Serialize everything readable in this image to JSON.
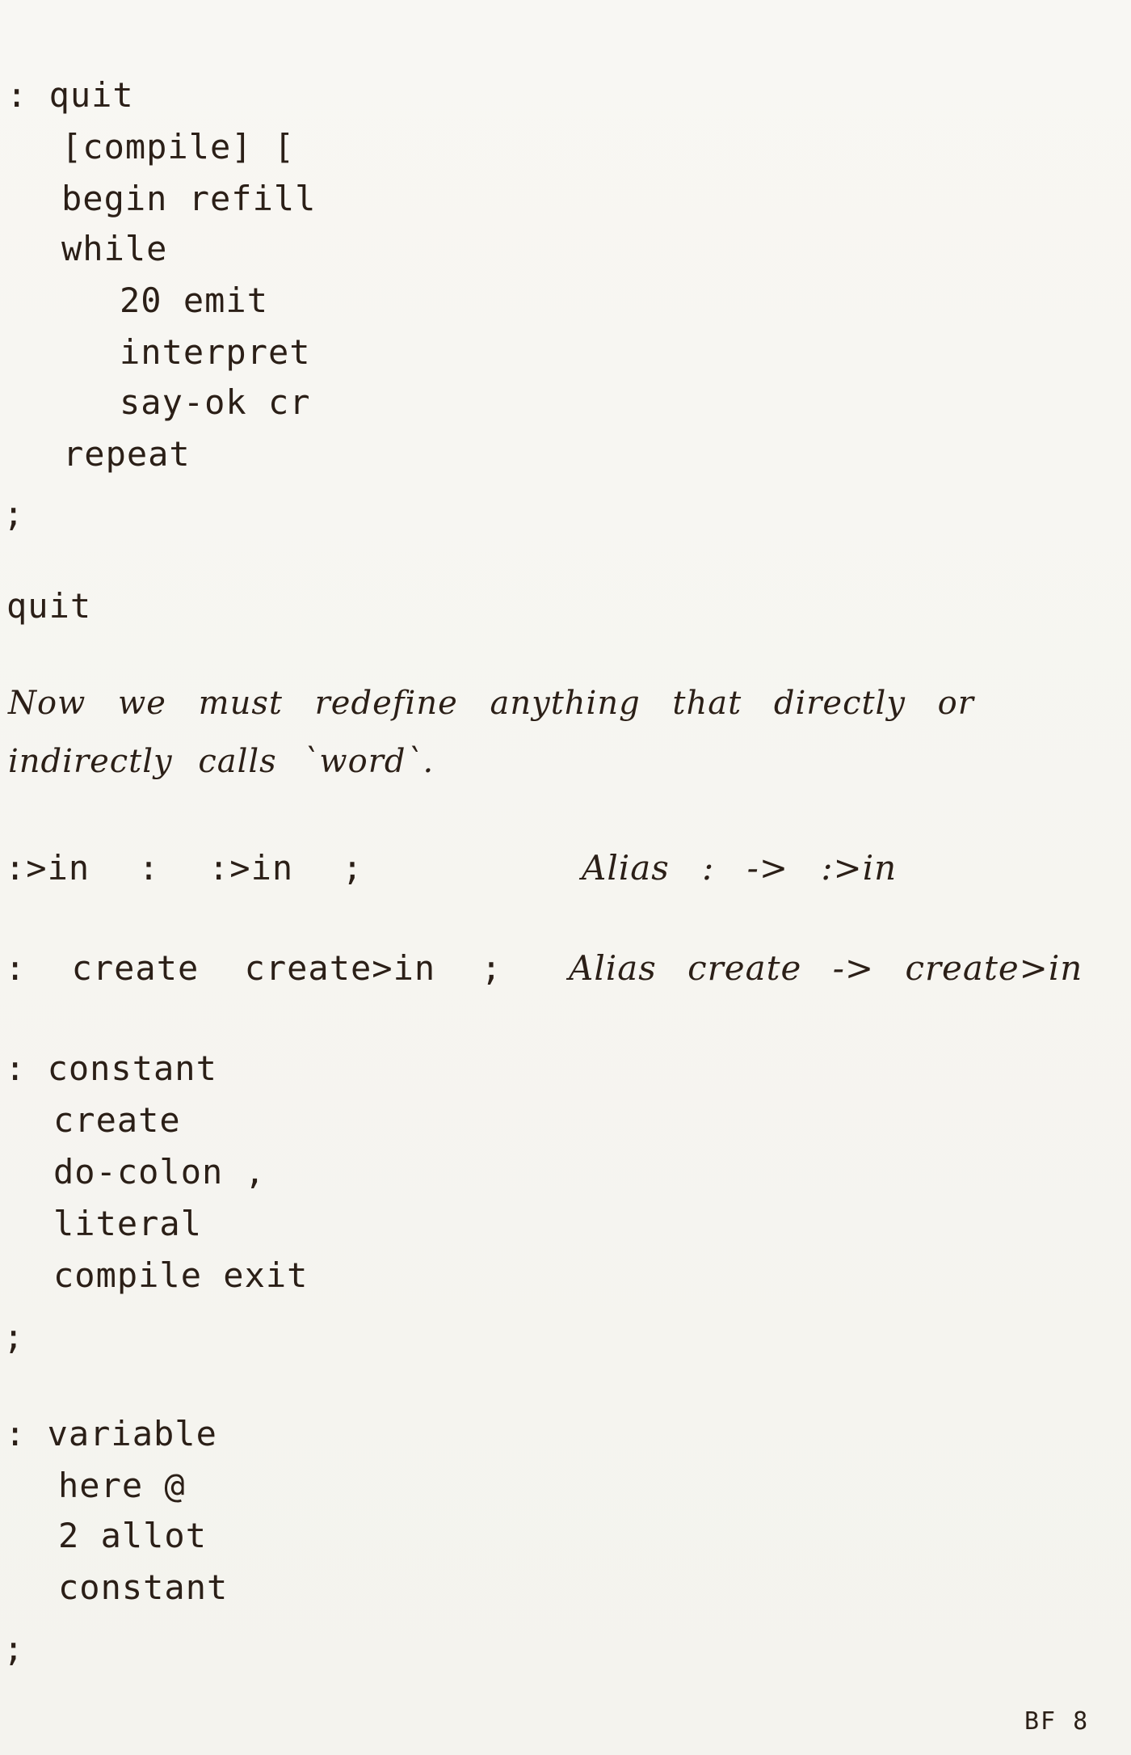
{
  "page": {
    "lines": {
      "quit_def": ": quit",
      "compile": "[compile] [",
      "begin": "begin refill",
      "while": "while",
      "emit": "20 emit",
      "interpret": "interpret",
      "say_ok": "say-ok cr",
      "repeat": "repeat",
      "semi1": ";",
      "quit_call": "quit",
      "prose1": "Now we must redefine anything that directly or",
      "prose2": "indirectly calls `word`.",
      "in_def": ":>in : :>in ;",
      "in_alias": "Alias : -> :>in",
      "create_def": ": create create>in ;",
      "create_alias": "Alias create -> create>in",
      "constant_def": ": constant",
      "create": "create",
      "do_colon": "do-colon ,",
      "literal": "literal",
      "compile_exit": "compile exit",
      "semi2": ";",
      "variable_def": ": variable",
      "here": "here @",
      "allot": "2 allot",
      "constant": "constant",
      "semi3": ";"
    },
    "page_number": "BF 8"
  }
}
